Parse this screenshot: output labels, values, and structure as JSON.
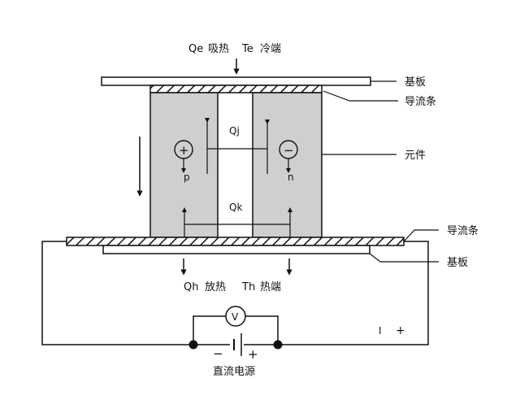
{
  "top": {
    "heat_label": "Qe",
    "heat_text": "吸热",
    "end_label": "Te",
    "end_text": "冷端"
  },
  "bottom": {
    "heat_label": "Qh",
    "heat_text": "放热",
    "end_label": "Th",
    "end_text": "热端"
  },
  "labels": {
    "substrate_top": "基板",
    "conductor_top": "导流条",
    "element": "元件",
    "conductor_bottom": "导流条",
    "substrate_bottom": "基板"
  },
  "middle": {
    "qj": "Qj",
    "qk": "Qk",
    "p_type": "p",
    "n_type": "n",
    "p_sign": "+",
    "n_sign": "−"
  },
  "circuit": {
    "voltmeter": "V",
    "neg_sign": "−",
    "pos_sign": "+",
    "source": "直流电源",
    "legend_neg": "I",
    "legend_pos": "+"
  },
  "colors": {
    "element_fill": "#cfcfcf",
    "line": "#111111"
  }
}
